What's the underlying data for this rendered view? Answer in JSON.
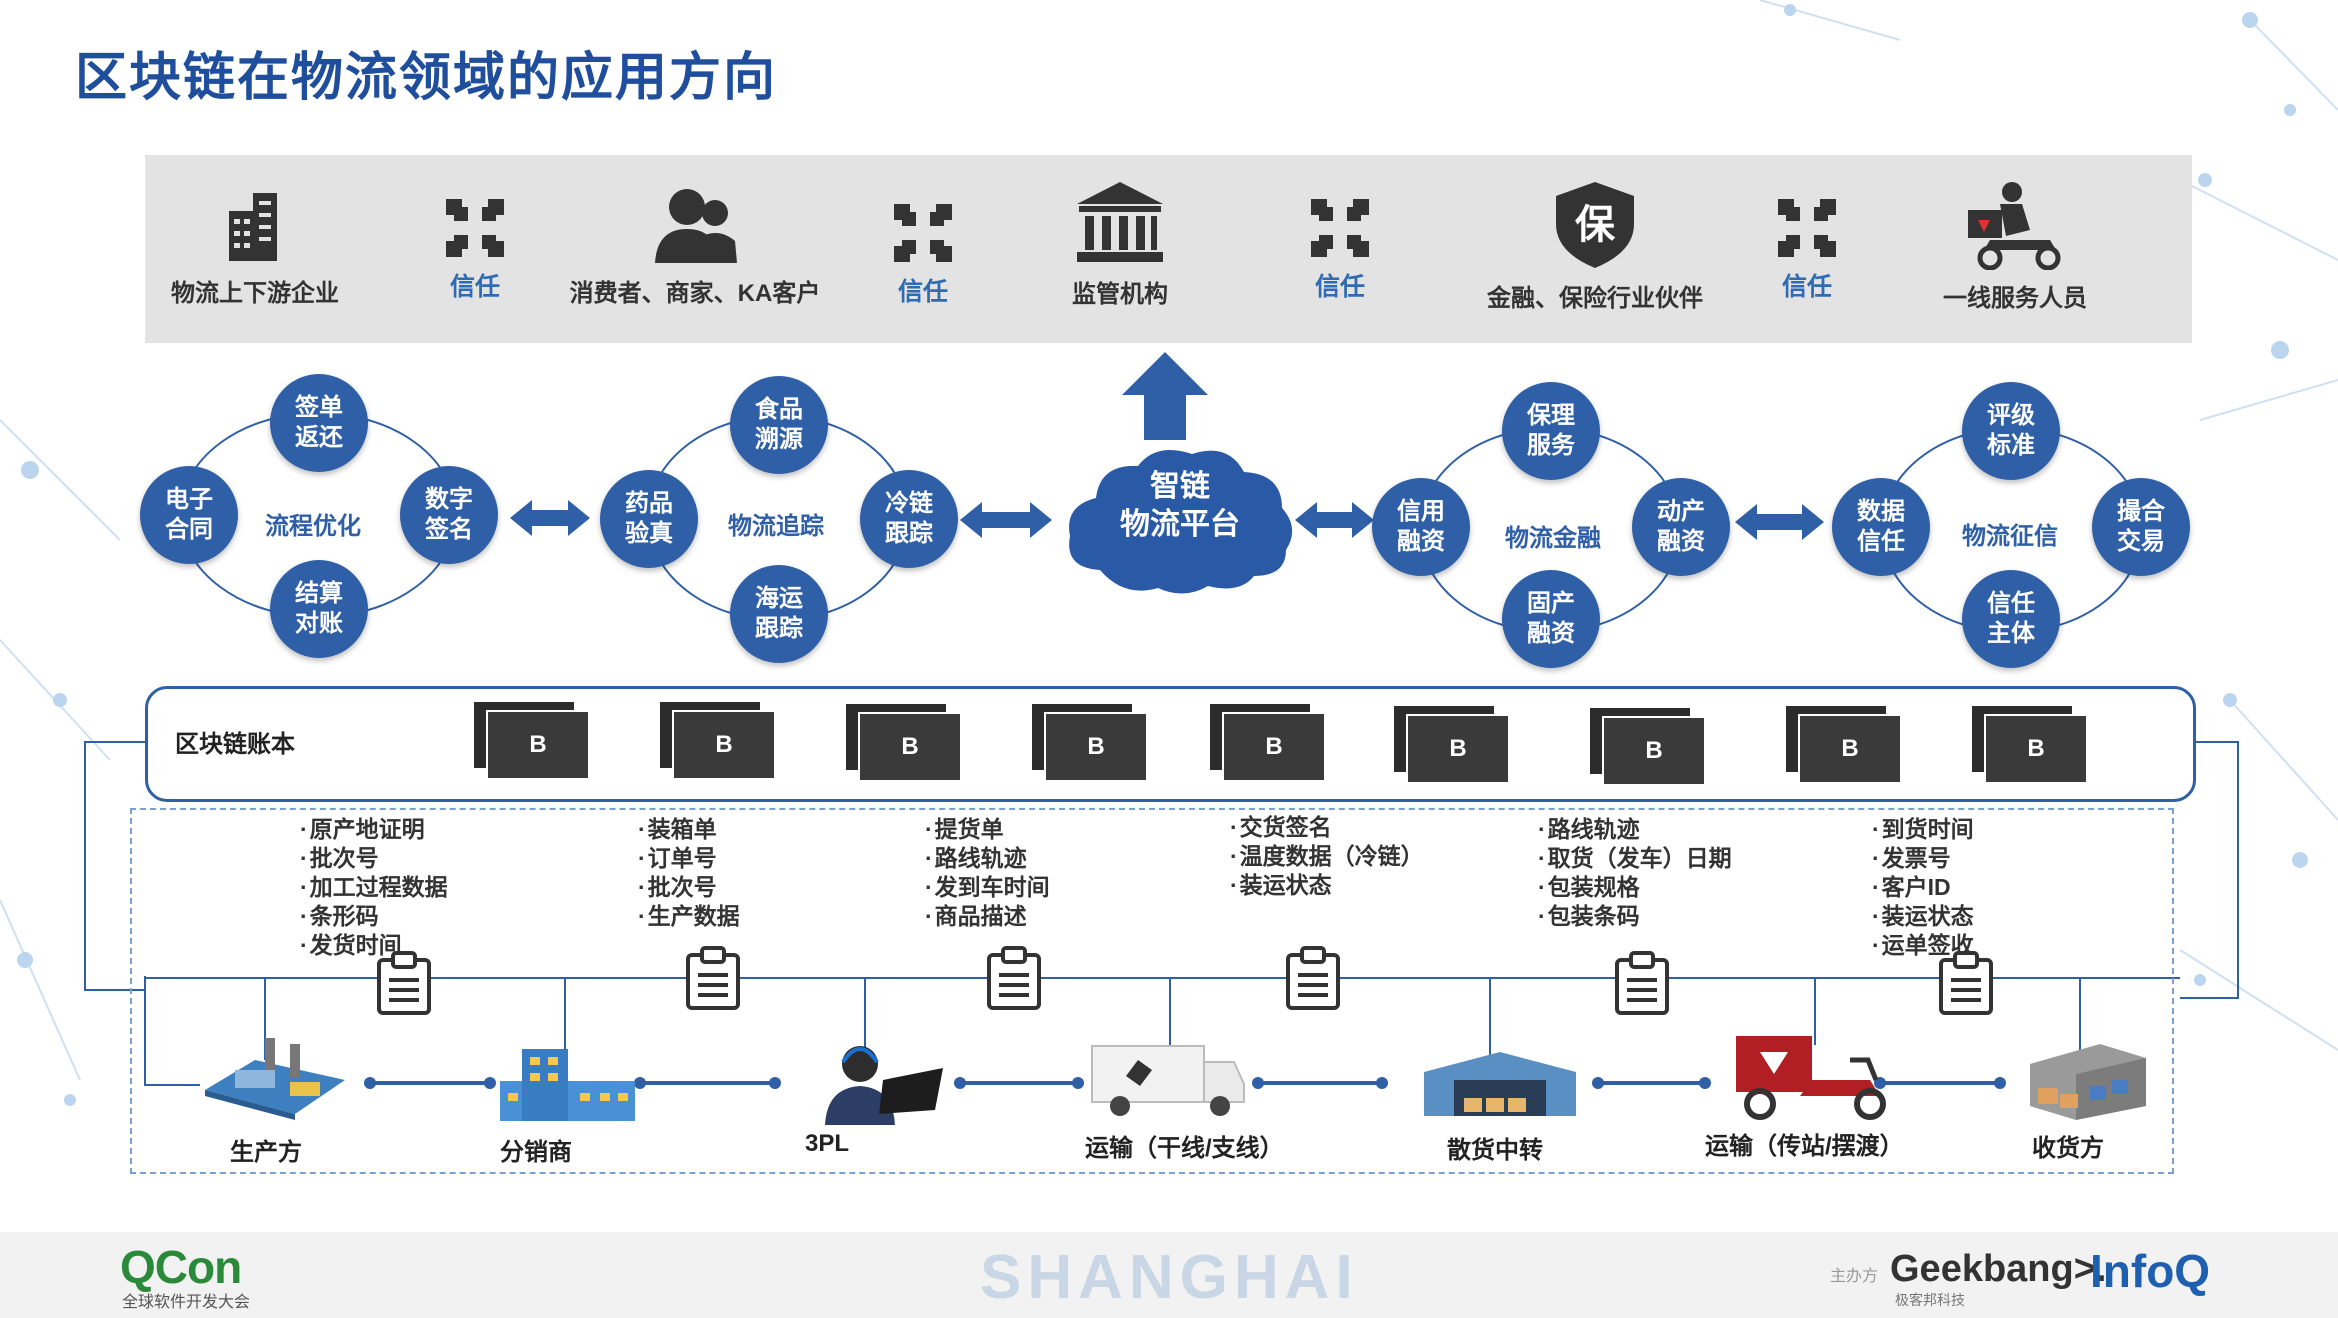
{
  "title": "区块链在物流领域的应用方向",
  "top_entities": [
    {
      "label": "物流上下游企业",
      "icon": "building-icon"
    },
    {
      "label": "消费者、商家、KA客户",
      "icon": "people-icon"
    },
    {
      "label": "监管机构",
      "icon": "government-icon"
    },
    {
      "label": "金融、保险行业伙伴",
      "icon": "shield-icon",
      "glyph": "保"
    },
    {
      "label": "一线服务人员",
      "icon": "courier-icon"
    }
  ],
  "trust_label": "信任",
  "platform": {
    "line1": "智链",
    "line2": "物流平台"
  },
  "rings": [
    {
      "center": "流程优化",
      "nodes": [
        "签单\n返还",
        "电子\n合同",
        "数字\n签名",
        "结算\n对账"
      ]
    },
    {
      "center": "物流追踪",
      "nodes": [
        "食品\n溯源",
        "药品\n验真",
        "冷链\n跟踪",
        "海运\n跟踪"
      ]
    },
    {
      "center": "物流金融",
      "nodes": [
        "保理\n服务",
        "信用\n融资",
        "动产\n融资",
        "固产\n融资"
      ]
    },
    {
      "center": "物流征信",
      "nodes": [
        "评级\n标准",
        "数据\n信任",
        "撮合\n交易",
        "信任\n主体"
      ]
    }
  ],
  "ledger": {
    "label": "区块链账本",
    "block_label": "B",
    "block_count": 9
  },
  "info_groups": [
    [
      "原产地证明",
      "批次号",
      "加工过程数据",
      "条形码",
      "发货时间"
    ],
    [
      "装箱单",
      "订单号",
      "批次号",
      "生产数据"
    ],
    [
      "提货单",
      "路线轨迹",
      "发到车时间",
      "商品描述"
    ],
    [
      "交货签名",
      "温度数据（冷链）",
      "装运状态"
    ],
    [
      "路线轨迹",
      "取货（发车）日期",
      "包装规格",
      "包装条码"
    ],
    [
      "到货时间",
      "发票号",
      "客户ID",
      "装运状态",
      "运单签收"
    ]
  ],
  "flow": [
    {
      "label": "生产方",
      "icon": "factory-icon"
    },
    {
      "label": "分销商",
      "icon": "distribution-building-icon"
    },
    {
      "label": "3PL",
      "icon": "operator-icon"
    },
    {
      "label": "运输（干线/支线）",
      "icon": "truck-icon"
    },
    {
      "label": "散货中转",
      "icon": "warehouse-icon"
    },
    {
      "label": "运输（传站/摆渡）",
      "icon": "cargo-bike-icon"
    },
    {
      "label": "收货方",
      "icon": "receiver-icon"
    }
  ],
  "footer": {
    "qcon": "QCon",
    "qcon_sub": "全球软件开发大会",
    "city": "SHANGHAI",
    "host": "主办方",
    "geekbang": "Geekbang>.",
    "geekbang_sub": "极客邦科技",
    "infoq": "InfoQ"
  },
  "colors": {
    "primary": "#2f5fa7",
    "title": "#1f4e9c",
    "trust": "#2e6bb5",
    "panel": "#e3e3e3"
  }
}
